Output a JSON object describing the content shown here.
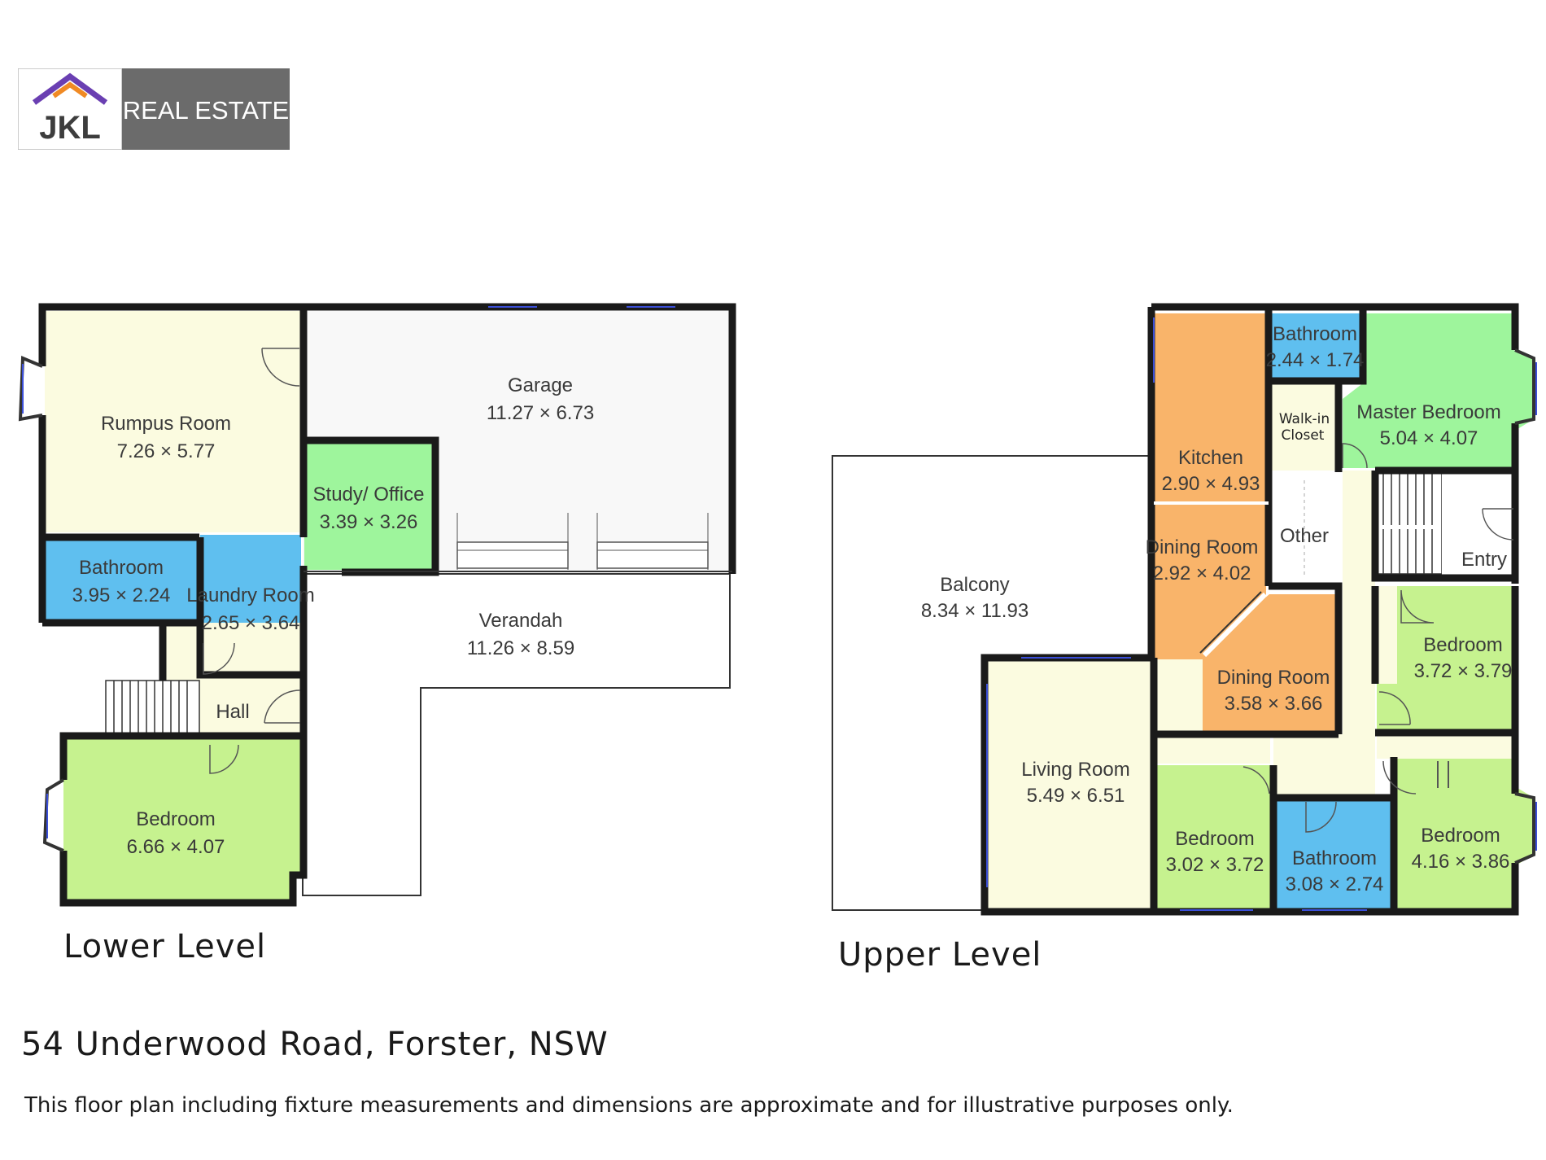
{
  "brand": {
    "logo_text": "JKL",
    "name": "REAL ESTATE"
  },
  "lower_level": {
    "label": "Lower Level",
    "rooms": {
      "rumpus": {
        "name": "Rumpus Room",
        "dim": "7.26 × 5.77"
      },
      "garage": {
        "name": "Garage",
        "dim": "11.27 × 6.73"
      },
      "study": {
        "name": "Study/ Office",
        "dim": "3.39 × 3.26"
      },
      "bathroom": {
        "name": "Bathroom",
        "dim": "3.95 × 2.24"
      },
      "laundry": {
        "name": "Laundry Room",
        "dim": "2.65 × 3.64"
      },
      "verandah": {
        "name": "Verandah",
        "dim": "11.26 × 8.59"
      },
      "hall": {
        "name": "Hall"
      },
      "bedroom": {
        "name": "Bedroom",
        "dim": "6.66 × 4.07"
      }
    }
  },
  "upper_level": {
    "label": "Upper Level",
    "rooms": {
      "bathroom_top": {
        "name": "Bathroom",
        "dim": "2.44 × 1.74"
      },
      "master": {
        "name": "Master Bedroom",
        "dim": "5.04 × 4.07"
      },
      "walkin": {
        "name1": "Walk-in",
        "name2": "Closet"
      },
      "kitchen": {
        "name": "Kitchen",
        "dim": "2.90 × 4.93"
      },
      "other": {
        "name": "Other"
      },
      "entry": {
        "name": "Entry"
      },
      "dining1": {
        "name": "Dining Room",
        "dim": "2.92 × 4.02"
      },
      "balcony": {
        "name": "Balcony",
        "dim": "8.34 × 11.93"
      },
      "dining2": {
        "name": "Dining Room",
        "dim": "3.58 × 3.66"
      },
      "bedroom_e1": {
        "name": "Bedroom",
        "dim": "3.72 × 3.79"
      },
      "living": {
        "name": "Living Room",
        "dim": "5.49 × 6.51"
      },
      "bedroom_s": {
        "name": "Bedroom",
        "dim": "3.02 × 3.72"
      },
      "bathroom_s": {
        "name": "Bathroom",
        "dim": "3.08 × 2.74"
      },
      "bedroom_e2": {
        "name": "Bedroom",
        "dim": "4.16 × 3.86"
      }
    }
  },
  "address": "54 Underwood Road, Forster, NSW",
  "disclaimer": "This floor plan including fixture measurements and dimensions are approximate and for illustrative purposes only.",
  "colors": {
    "cream": "#fbfbe0",
    "green": "#9ef59c",
    "lime": "#c6f28f",
    "blue": "#5fbfef",
    "orange": "#f9b46a",
    "garage": "#f8f8f8",
    "brand_grey": "#6b6b6b",
    "brand_purple": "#6a3fb2",
    "brand_orange": "#f08a24"
  }
}
